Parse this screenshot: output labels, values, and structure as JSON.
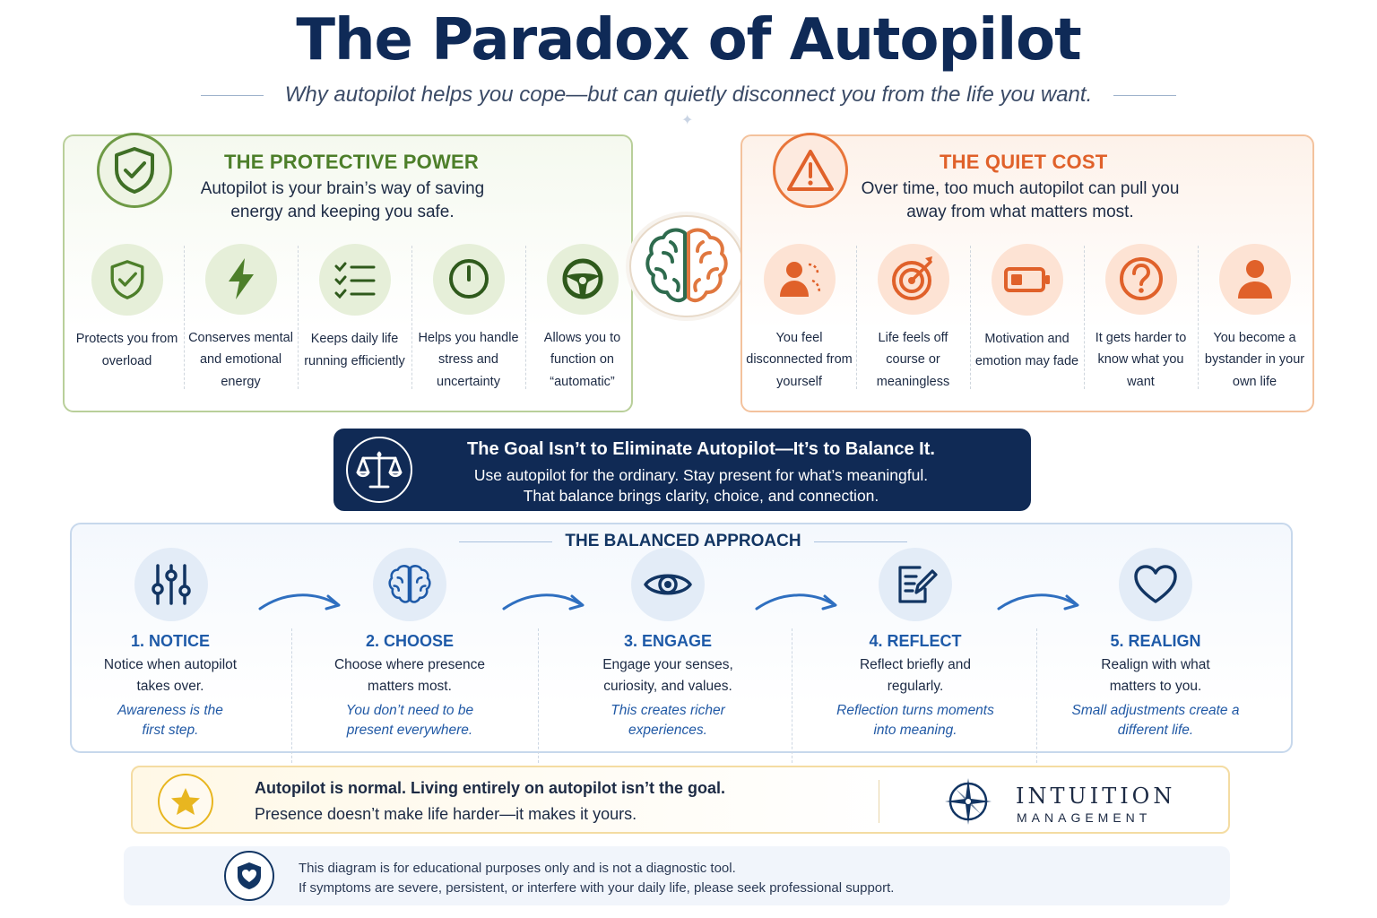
{
  "header": {
    "title": "The Paradox of Autopilot",
    "subtitle": "Why autopilot helps you cope—but can quietly disconnect you from the life you want."
  },
  "protective": {
    "heading": "THE PROTECTIVE POWER",
    "desc": "Autopilot is your brain’s way of saving energy and keeping you safe.",
    "items": [
      {
        "label": "Protects you from overload",
        "icon": "shield-check-icon"
      },
      {
        "label": "Conserves mental and emotional energy",
        "icon": "lightning-icon"
      },
      {
        "label": "Keeps daily life running efficiently",
        "icon": "checklist-icon"
      },
      {
        "label": "Helps you handle stress and uncertainty",
        "icon": "clock-icon"
      },
      {
        "label": "Allows you to function on “automatic”",
        "icon": "steering-wheel-icon"
      }
    ],
    "color": "#4d7f2a"
  },
  "cost": {
    "heading": "THE QUIET COST",
    "desc": "Over time, too much autopilot can pull you away from what matters most.",
    "items": [
      {
        "label": "You feel disconnected from yourself",
        "icon": "disconnected-person-icon"
      },
      {
        "label": "Life feels off course or meaningless",
        "icon": "target-icon"
      },
      {
        "label": "Motivation and emotion may fade",
        "icon": "low-battery-icon"
      },
      {
        "label": "It gets harder to know what you want",
        "icon": "question-icon"
      },
      {
        "label": "You become a bystander in your own life",
        "icon": "person-icon"
      }
    ],
    "color": "#e0612a"
  },
  "goal": {
    "title": "The Goal Isn’t to Eliminate Autopilot—It’s to Balance It.",
    "line1": "Use autopilot for the ordinary. Stay present for what’s meaningful.",
    "line2": "That balance brings clarity, choice, and connection."
  },
  "approach": {
    "title": "THE BALANCED APPROACH",
    "steps": [
      {
        "title": "1. NOTICE",
        "desc": "Notice when autopilot takes over.",
        "note": "Awareness is the first step.",
        "icon": "sliders-icon"
      },
      {
        "title": "2. CHOOSE",
        "desc": "Choose where presence matters most.",
        "note": "You don’t need to be present everywhere.",
        "icon": "brain-icon"
      },
      {
        "title": "3. ENGAGE",
        "desc": "Engage your senses, curiosity, and values.",
        "note": "This creates richer experiences.",
        "icon": "eye-icon"
      },
      {
        "title": "4. REFLECT",
        "desc": "Reflect briefly and regularly.",
        "note": "Reflection turns moments into meaning.",
        "icon": "journal-pen-icon"
      },
      {
        "title": "5. REALIGN",
        "desc": "Realign with what matters to you.",
        "note": "Small adjustments create a different life.",
        "icon": "heart-icon"
      }
    ]
  },
  "note": {
    "line1": "Autopilot is normal. Living entirely on autopilot isn’t the goal.",
    "line2": "Presence doesn’t make life harder—it makes it yours."
  },
  "brand": {
    "name": "INTUITION",
    "sub": "MANAGEMENT"
  },
  "disclaimer": {
    "line1": "This diagram is for educational purposes only and is not a diagnostic tool.",
    "line2": "If symptoms are severe, persistent, or interfere with your daily life, please seek professional support."
  }
}
